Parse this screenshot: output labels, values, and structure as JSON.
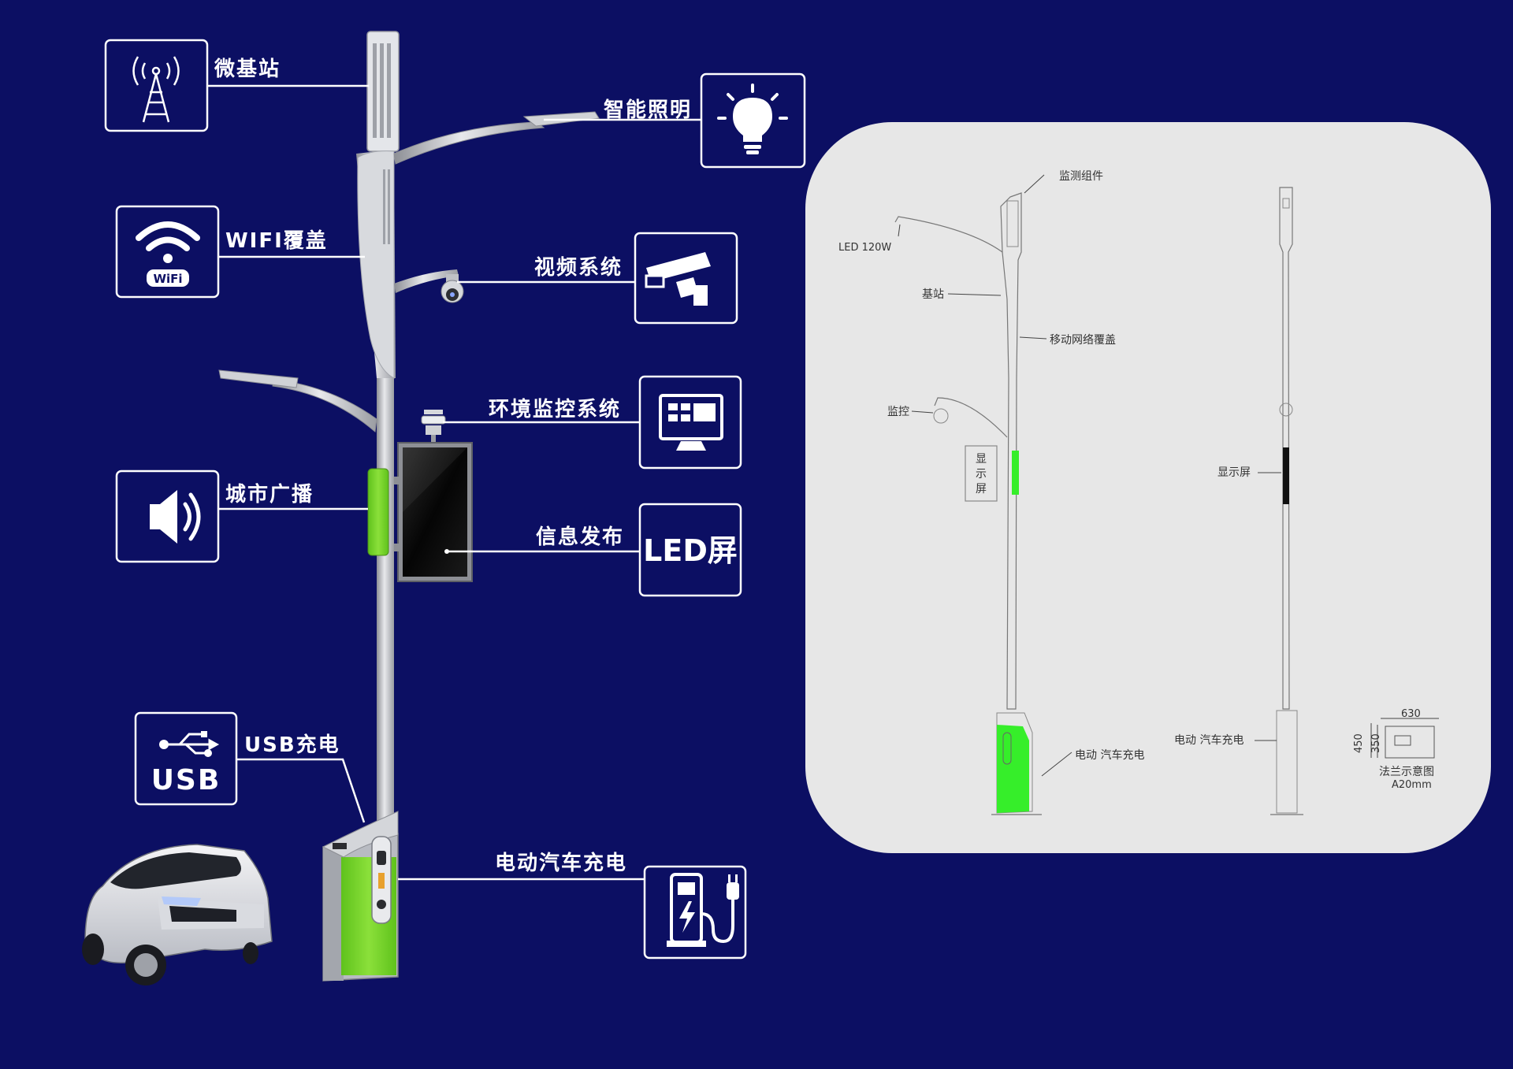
{
  "labels": {
    "micro_base_station": "微基站",
    "wifi": "WIFI覆盖",
    "smart_lighting": "智能照明",
    "video": "视频系统",
    "environment": "环境监控系统",
    "broadcast": "城市广播",
    "info_release": "信息发布",
    "led_screen": "LED屏",
    "usb_charging": "USB充电",
    "ev_charging": "电动汽车充电"
  },
  "icons": {
    "usb_text": "USB",
    "wifi_badge": "WiFi"
  },
  "drawing": {
    "monitoring": "监测组件",
    "led": "LED 120W",
    "base_station": "基站",
    "mobile_net": "移动网络覆盖",
    "surveillance": "监控",
    "display_v1": "显",
    "display_v2": "示",
    "display_v3": "屏",
    "display_side": "显示屏",
    "ev_left": "电动  汽车充电",
    "ev_right": "电动  汽车充电",
    "flange_w": "630",
    "flange_h1": "450",
    "flange_h2": "350",
    "flange_title": "法兰示意图",
    "flange_note": "A20mm"
  },
  "colors": {
    "background": "#0c0f63",
    "accent_green": "#33ee22",
    "panel": "#e6e6e6"
  }
}
